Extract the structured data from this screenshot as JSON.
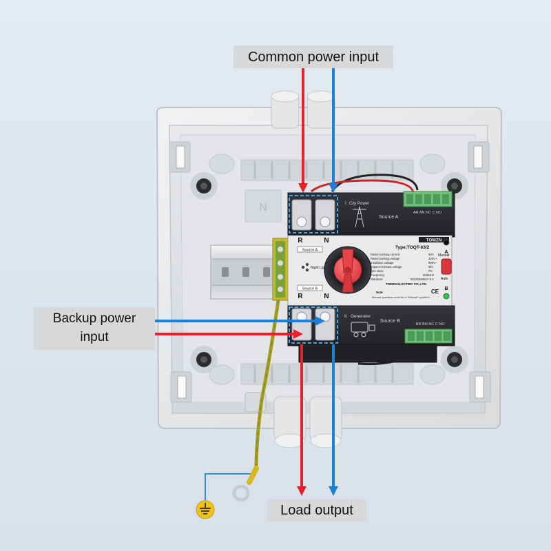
{
  "labels": {
    "common_power_input": "Common power input",
    "backup_power_input": "Backup power input",
    "load_output": "Load output"
  },
  "device": {
    "brand": "TOMZN",
    "type": "Type:TOQT-63/2",
    "source_a_title": "City Power",
    "source_a_label": "Source A",
    "source_a_roman": "I",
    "source_b_title": "Generator",
    "source_b_label": "Source B",
    "source_b_roman": "II",
    "terminal_r": "R",
    "terminal_n": "N",
    "tag_source_a": "Source A",
    "tag_source_b": "Source B",
    "night_light": "Night Light",
    "top_contacts": "AR AN NC C NO",
    "bottom_contacts": "BR BN NC C NO",
    "manual": "Manual",
    "auto": "Auto",
    "indicator_a": "A",
    "indicator_b": "B",
    "specs": [
      [
        "Rated working current",
        "63A"
      ],
      [
        "Rated working voltage",
        "220V~"
      ],
      [
        "Insulation voltage",
        "690V~"
      ],
      [
        "Impact-resistant voltage",
        "6kV"
      ],
      [
        "Use class",
        "PC"
      ],
      [
        "Frequency",
        "50/60Hz"
      ],
      [
        "Standard",
        "IEC/EN60947-6-1"
      ]
    ],
    "company": "TOMZN ELECTRIC CO.,LTD.",
    "note_title": "Note:",
    "note_text": "Manual operation must be in \"Manual\" position!",
    "ce_mark": "CE"
  },
  "enclosure": {
    "embossed_letter": "N"
  },
  "colors": {
    "live_wire": "#e8202a",
    "neutral_wire": "#1d7fd6",
    "earth_wire": "#2f8fd0",
    "earth_symbol": "#f2c21b",
    "device_body": "#2a2c30",
    "knob": "#e8454a",
    "terminal_block": "#6ec07a",
    "callout_bg": "#d6d8da"
  },
  "icons": {
    "earth": "ground-symbol-icon",
    "pylon": "power-pylon-icon",
    "generator": "generator-icon",
    "knob": "rotary-switch-icon"
  }
}
